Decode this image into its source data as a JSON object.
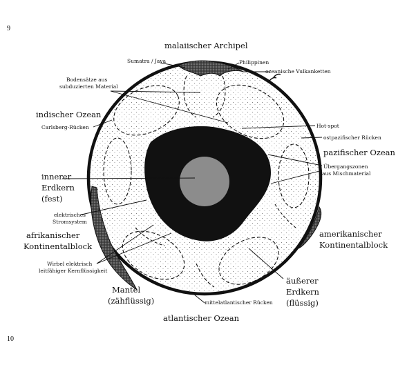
{
  "page_numbers": {
    "top": "9",
    "bottom": "10"
  },
  "labels": {
    "malay_archipelago": "malaiischer Archipel",
    "sumatra_java": "Sumatra / Java",
    "philippines": "Philippinen",
    "oceanic_volcano_chains": "ozeanische Vulkanketten",
    "sediments_1": "Bodensätze aus",
    "sediments_2": "subduzierten Material",
    "indian_ocean": "indischer Ozean",
    "carlsberg_ridge": "Carlsberg-Rücken",
    "hot_spot": "Hot-spot",
    "east_pacific_ridge": "ostpazifischer Rücken",
    "pacific_ocean": "pazifischer Ozean",
    "transition_1": "Übergangszonen",
    "transition_2": "aus Mischmaterial",
    "inner_core_1": "innerer",
    "inner_core_2": "Erdkern",
    "inner_core_3": "(fest)",
    "electric_1": "elektrisches",
    "electric_2": "Stromsystem",
    "african_block_1": "afrikanischer",
    "african_block_2": "Kontinentalblock",
    "american_block_1": "amerikanischer",
    "american_block_2": "Kontinentalblock",
    "vortex_1": "Wirbel elektrisch",
    "vortex_2": "leitfähiger Kernflüssigkeit",
    "mantle_1": "Mantel",
    "mantle_2": "(zähflüssig)",
    "outer_core_1": "äußerer",
    "outer_core_2": "Erdkern",
    "outer_core_3": "(flüssig)",
    "mid_atlantic_ridge": "mittelatlantischer Rücken",
    "atlantic_ocean": "atlantischer Ozean"
  }
}
